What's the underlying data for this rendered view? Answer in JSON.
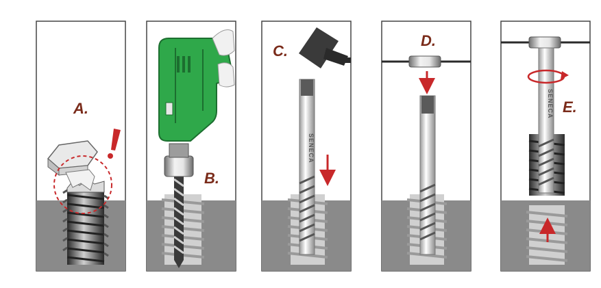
{
  "colors": {
    "step_label": "#7a2b1a",
    "arrow": "#c8282a",
    "material": "#8a8a8a",
    "panel_border": "#444444",
    "drill_body": "#2fa84a",
    "drill_dark": "#1c6e2f",
    "hammer": "#3a3a3a"
  },
  "panels": [
    {
      "label": "A."
    },
    {
      "label": "B."
    },
    {
      "label": "C.",
      "brand": "SENECA"
    },
    {
      "label": "D."
    },
    {
      "label": "E.",
      "brand": "SENECA"
    }
  ],
  "icons": {
    "warning": "exclamation-mark",
    "rotation": "rotation-arrow"
  }
}
